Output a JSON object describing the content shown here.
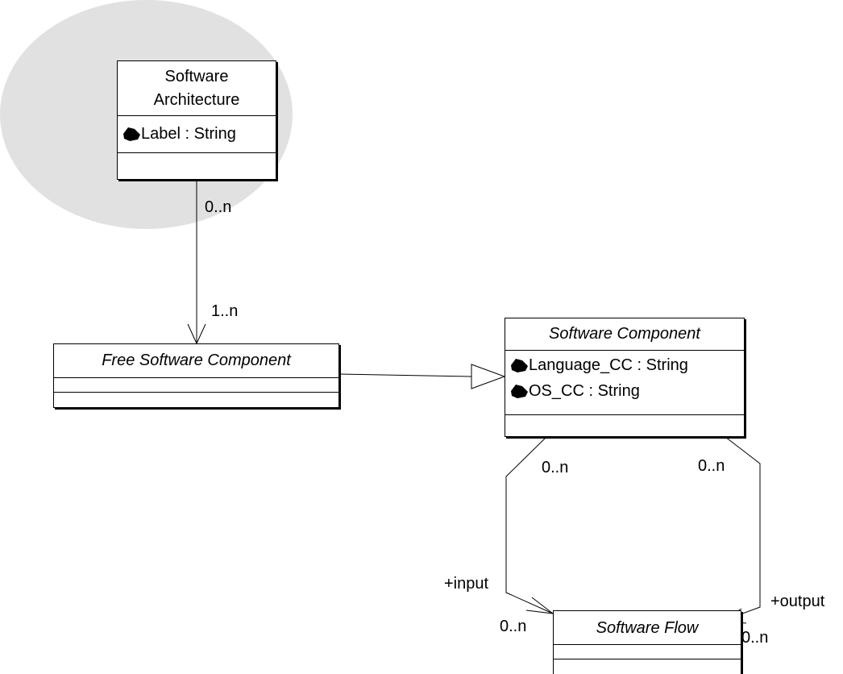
{
  "classes": {
    "software_architecture": {
      "name_line1": "Software",
      "name_line2": "Architecture",
      "attributes": [
        {
          "text": "Label : String",
          "icon": "attribute-icon"
        }
      ]
    },
    "free_software_component": {
      "name": "Free Software Component",
      "attributes": []
    },
    "software_component": {
      "name": "Software Component",
      "attributes": [
        {
          "text": "Language_CC : String",
          "icon": "attribute-icon"
        },
        {
          "text": "OS_CC : String",
          "icon": "attribute-icon"
        }
      ]
    },
    "software_flow": {
      "name": "Software Flow",
      "attributes": []
    }
  },
  "associations": {
    "architecture_to_free": {
      "source_multiplicity": "0..n",
      "target_multiplicity": "1..n"
    },
    "component_input": {
      "source_multiplicity": "0..n",
      "role": "+input",
      "target_multiplicity": "0..n"
    },
    "component_output": {
      "source_multiplicity": "0..n",
      "role": "+output",
      "target_multiplicity": "0..n"
    }
  },
  "generalization": {
    "from": "Free Software Component",
    "to": "Software Component"
  },
  "colors": {
    "highlight": "#e1e1e1",
    "stroke": "#000000",
    "box_fill": "#ffffff"
  }
}
